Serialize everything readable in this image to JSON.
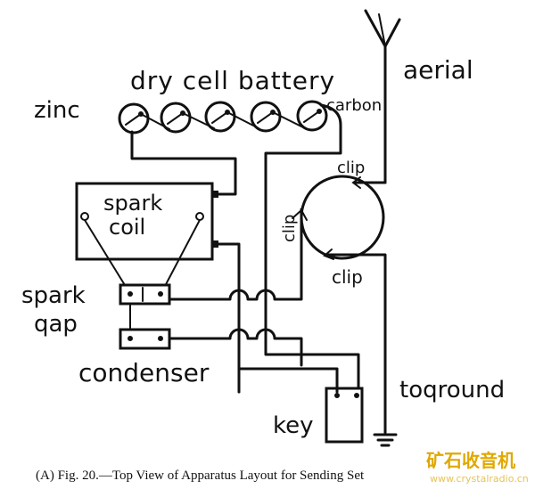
{
  "labels": {
    "dry_cell_battery": "dry cell battery",
    "zinc": "zinc",
    "carbon": "carbon",
    "aerial": "aerial",
    "clip_top": "clip",
    "clip_left": "clip",
    "clip_bottom": "clip",
    "spark_coil_line1": "spark",
    "spark_coil_line2": "coil",
    "spark_gap_line1": "spark",
    "spark_gap_line2": "qap",
    "condenser": "condenser",
    "to_ground": "toqround",
    "key": "key"
  },
  "caption": "(A) Fig. 20.—Top View of Apparatus Layout for Sending Set",
  "watermark": {
    "chinese": "矿石收音机",
    "url": "www.crystalradio.cn"
  },
  "colors": {
    "ink": "#111111",
    "watermark": "#e0a800"
  }
}
